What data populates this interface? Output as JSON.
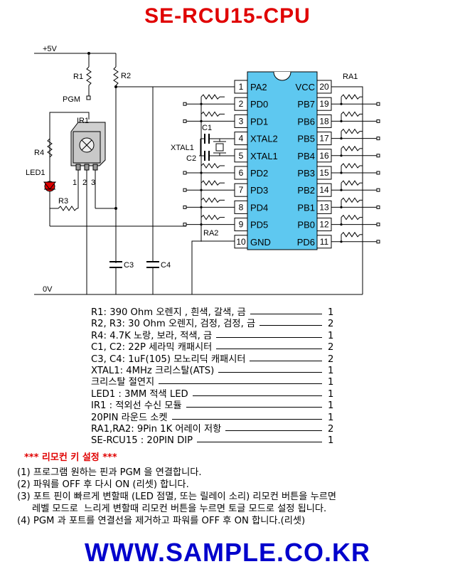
{
  "title": "SE-RCU15-CPU",
  "power": {
    "vcc": "+5V",
    "gnd": "0V"
  },
  "labels": {
    "r1": "R1",
    "r2": "R2",
    "pgm": "PGM",
    "ir1": "IR1",
    "r4": "R4",
    "led1": "LED1",
    "r3": "R3",
    "ir_pins": [
      "1",
      "2",
      "3"
    ],
    "c1": "C1",
    "xtal1": "XTAL1",
    "c2": "C2",
    "ra1": "RA1",
    "ra2": "RA2",
    "c3": "C3",
    "c4": "C4"
  },
  "ic": {
    "left_pins": [
      {
        "num": "1",
        "name": "PA2"
      },
      {
        "num": "2",
        "name": "PD0"
      },
      {
        "num": "3",
        "name": "PD1"
      },
      {
        "num": "4",
        "name": "XTAL2"
      },
      {
        "num": "5",
        "name": "XTAL1"
      },
      {
        "num": "6",
        "name": "PD2"
      },
      {
        "num": "7",
        "name": "PD3"
      },
      {
        "num": "8",
        "name": "PD4"
      },
      {
        "num": "9",
        "name": "PD5"
      },
      {
        "num": "10",
        "name": "GND"
      }
    ],
    "right_pins": [
      {
        "num": "20",
        "name": "VCC"
      },
      {
        "num": "19",
        "name": "PB7"
      },
      {
        "num": "18",
        "name": "PB6"
      },
      {
        "num": "17",
        "name": "PB5"
      },
      {
        "num": "16",
        "name": "PB4"
      },
      {
        "num": "15",
        "name": "PB3"
      },
      {
        "num": "14",
        "name": "PB2"
      },
      {
        "num": "13",
        "name": "PB1"
      },
      {
        "num": "12",
        "name": "PB0"
      },
      {
        "num": "11",
        "name": "PD6"
      }
    ]
  },
  "bom": [
    {
      "desc": "R1: 390 Ohm  오렌지 , 흰색, 갈색, 금",
      "qty": "1"
    },
    {
      "desc": "R2, R3: 30 Ohm   오렌지, 검정, 검정, 금",
      "qty": "2"
    },
    {
      "desc": "R4: 4.7K        노랑, 보라, 적색, 금",
      "qty": "1"
    },
    {
      "desc": "C1, C2: 22P 세라믹 캐패시터",
      "qty": "2"
    },
    {
      "desc": "C3, C4: 1uF(105) 모노리딕 캐패시터",
      "qty": "2"
    },
    {
      "desc": "XTAL1: 4MHz 크리스탈(ATS)",
      "qty": "1"
    },
    {
      "desc": "크리스탈 절연지",
      "qty": "1"
    },
    {
      "desc": "LED1 : 3MM 적색 LED",
      "qty": "1"
    },
    {
      "desc": "IR1 : 적외선 수신 모듈",
      "qty": "1"
    },
    {
      "desc": "20PIN 라운드 소켓",
      "qty": "1"
    },
    {
      "desc": "RA1,RA2: 9Pin 1K  어레이 저항",
      "qty": "2"
    },
    {
      "desc": "SE-RCU15 : 20PIN DIP",
      "qty": "1"
    }
  ],
  "notes_title": "*** 리모컨 키 설정 ***",
  "notes": [
    "(1) 프로그램 원하는 핀과 PGM 을 연결합니다.",
    "(2) 파워를 OFF 후 다시 ON (리셋) 합니다.",
    "(3) 포트 핀이 빠르게 변할때 (LED 점멸, 또는 릴레이 소리) 리모컨 버튼을 누르면",
    "     레벨 모드로  느리게 변할때 리모컨 버튼을 누르면 토글 모드로 설정 됩니다.",
    "(4) PGM 과 포트를 연결선을 제거하고 파워를 OFF 후 ON 합니다.(리셋)"
  ],
  "footer": "WWW.SAMPLE.CO.KR",
  "colors": {
    "title": "#e00000",
    "footer": "#0000cc",
    "notes_title": "#e00000",
    "led": "#e00000"
  }
}
